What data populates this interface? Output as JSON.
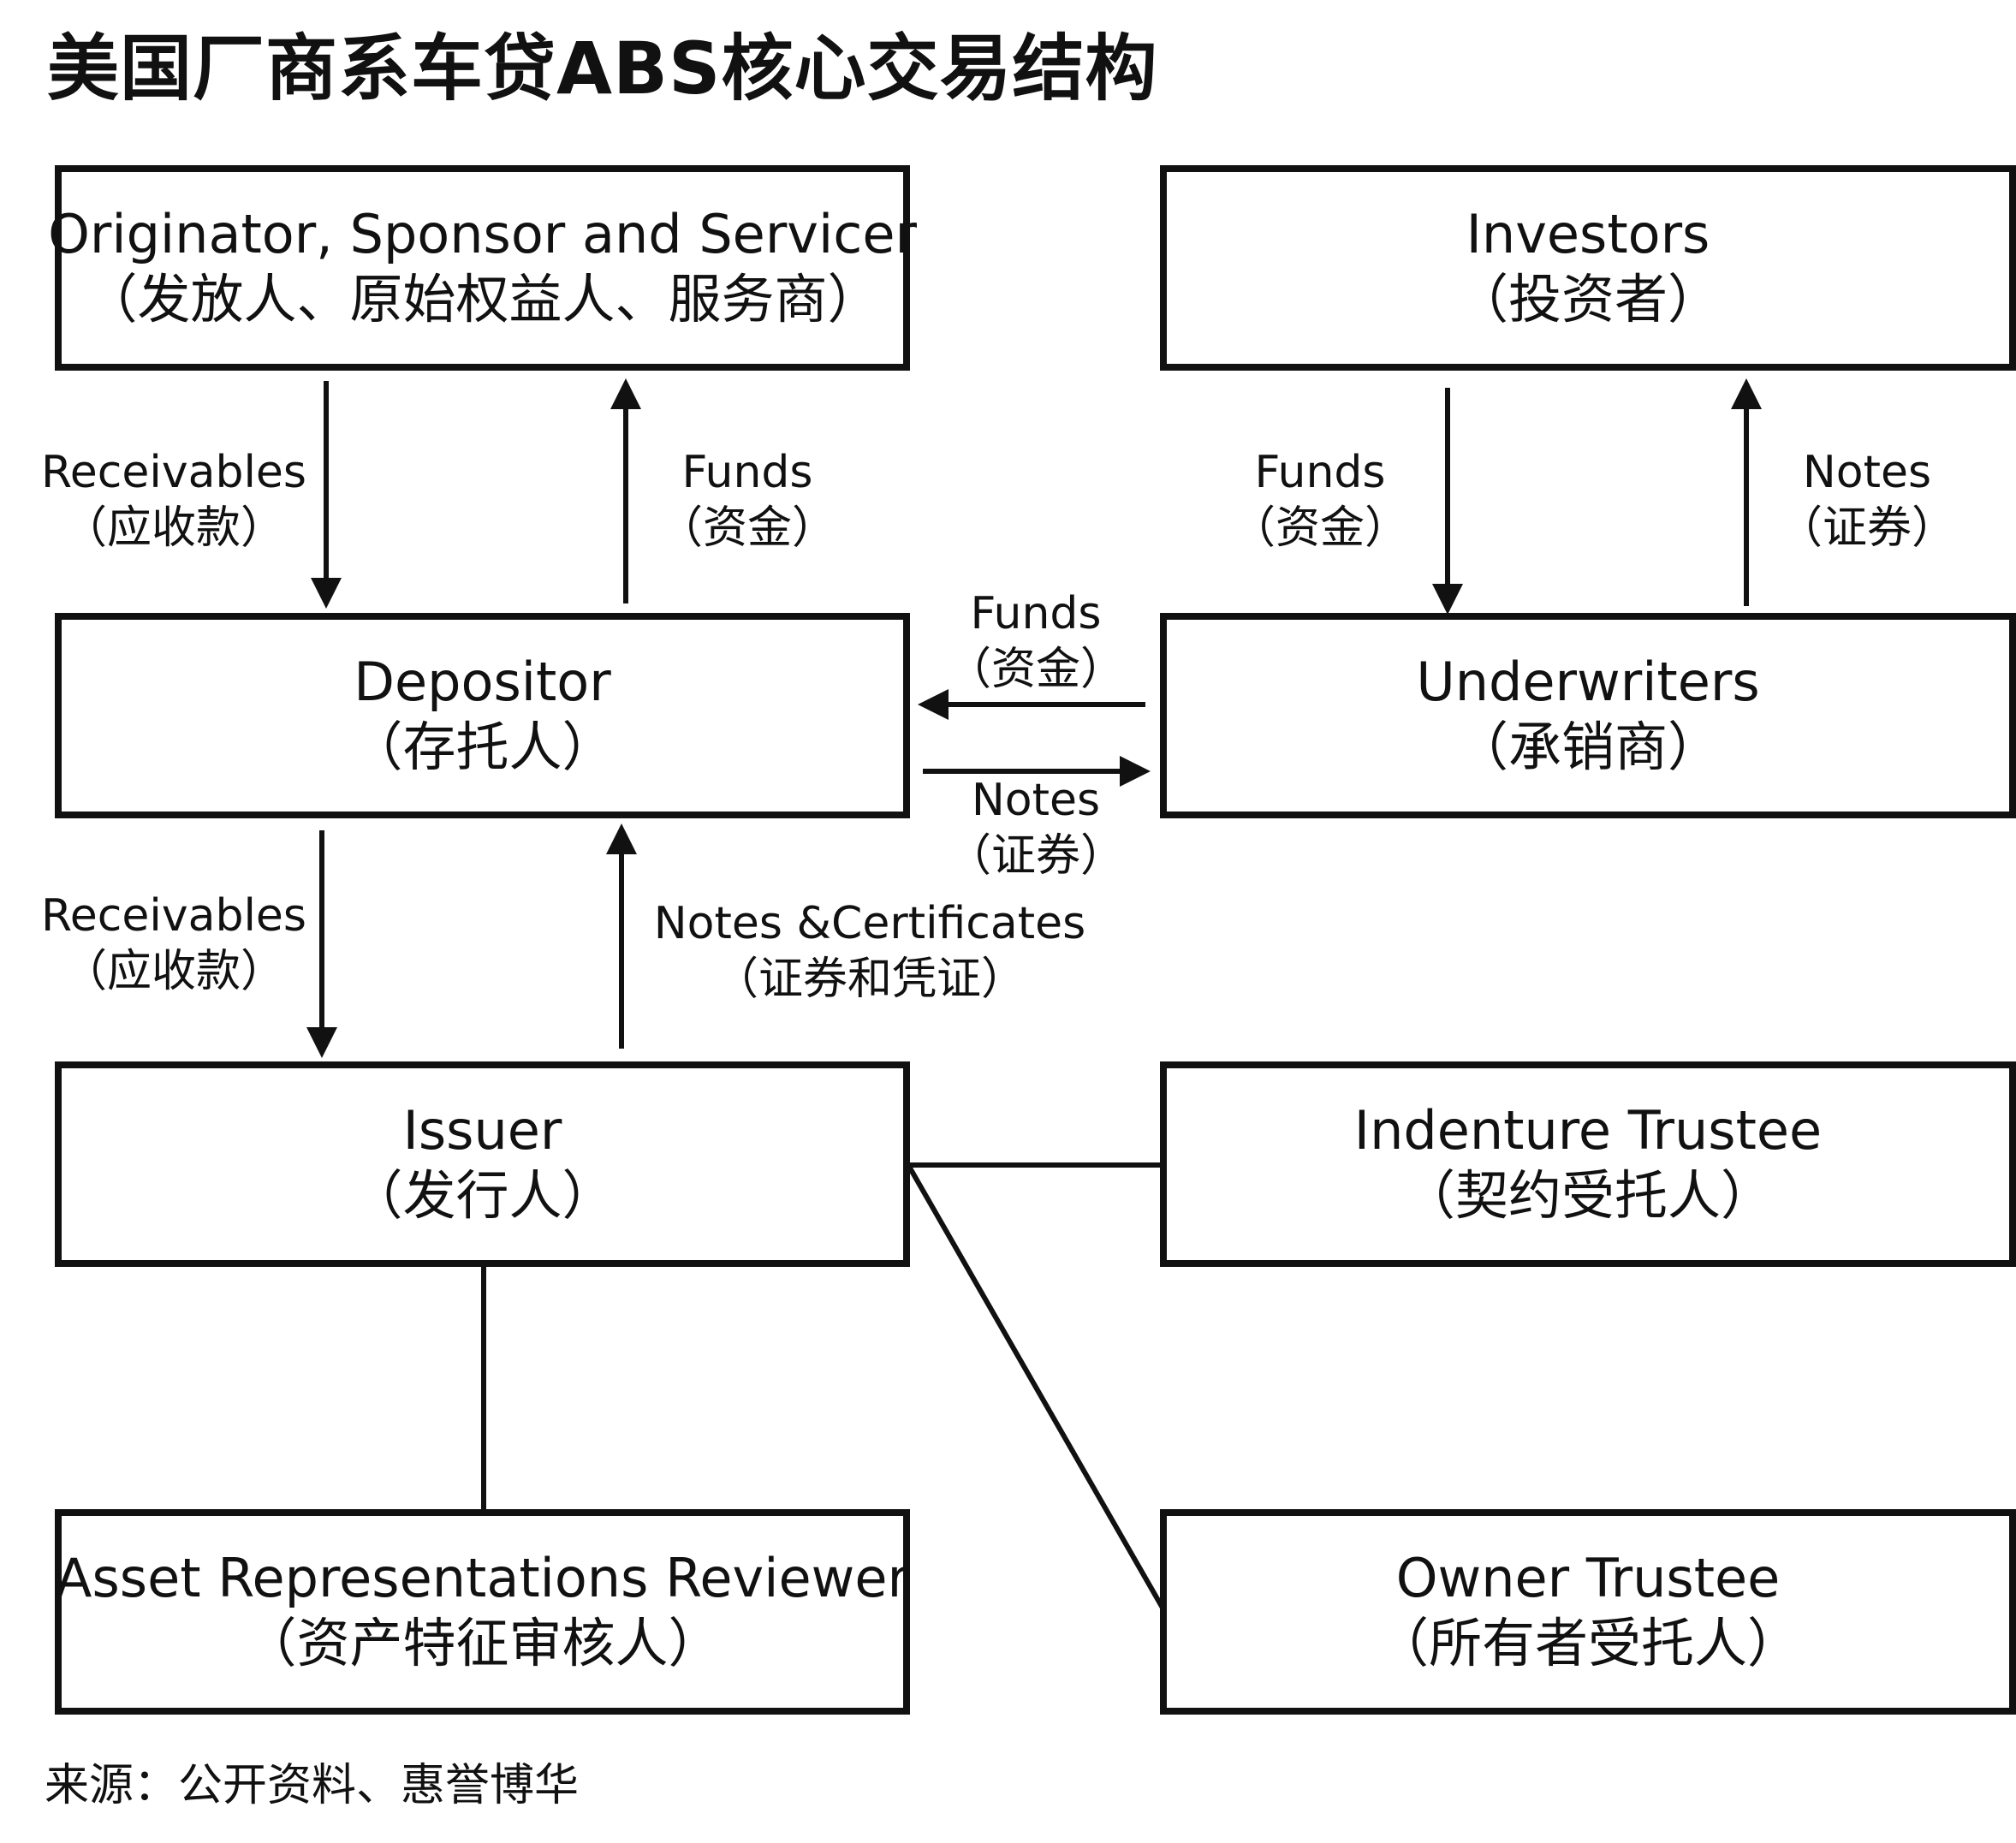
{
  "title": "美国厂商系车贷ABS核心交易结构",
  "source": "来源：公开资料、惠誉博华",
  "nodes": {
    "originator": {
      "en": "Originator, Sponsor and Servicer",
      "zh": "（发放人、原始权益人、服务商）"
    },
    "investors": {
      "en": "Investors",
      "zh": "（投资者）"
    },
    "depositor": {
      "en": "Depositor",
      "zh": "（存托人）"
    },
    "underwriters": {
      "en": "Underwriters",
      "zh": "（承销商）"
    },
    "issuer": {
      "en": "Issuer",
      "zh": "（发行人）"
    },
    "indenture_trustee": {
      "en": "Indenture Trustee",
      "zh": "（契约受托人）"
    },
    "asset_reviewer": {
      "en": "Asset Representations Reviewer",
      "zh": "（资产特征审核人）"
    },
    "owner_trustee": {
      "en": "Owner Trustee",
      "zh": "（所有者受托人）"
    }
  },
  "flows": {
    "orig_to_dep": {
      "en": "Receivables",
      "zh": "（应收款）"
    },
    "dep_to_orig": {
      "en": "Funds",
      "zh": "（资金）"
    },
    "inv_to_uw": {
      "en": "Funds",
      "zh": "（资金）"
    },
    "uw_to_inv": {
      "en": "Notes",
      "zh": "（证券）"
    },
    "uw_to_dep": {
      "en": "Funds",
      "zh": "（资金）"
    },
    "dep_to_uw": {
      "en": "Notes",
      "zh": "（证券）"
    },
    "dep_to_issuer": {
      "en": "Receivables",
      "zh": "（应收款）"
    },
    "issuer_to_dep": {
      "en": "Notes &Certificates",
      "zh": "（证券和凭证）"
    }
  }
}
